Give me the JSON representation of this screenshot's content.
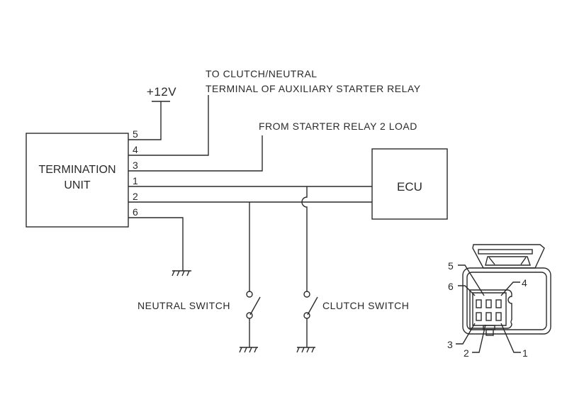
{
  "diagram": {
    "termination_unit": {
      "label_line1": "TERMINATION",
      "label_line2": "UNIT",
      "pins": [
        "5",
        "4",
        "3",
        "1",
        "2",
        "6"
      ]
    },
    "ecu": {
      "label": "ECU"
    },
    "supply": {
      "label": "+12V"
    },
    "annotations": {
      "clutch_neutral_line1": "TO CLUTCH/NEUTRAL",
      "clutch_neutral_line2": "TERMINAL OF AUXILIARY STARTER RELAY",
      "starter_relay": "FROM STARTER RELAY 2 LOAD"
    },
    "switches": {
      "neutral": "NEUTRAL SWITCH",
      "clutch": "CLUTCH SWITCH"
    },
    "connector": {
      "pin_labels": [
        "5",
        "6",
        "4",
        "3",
        "2",
        "1"
      ]
    }
  }
}
